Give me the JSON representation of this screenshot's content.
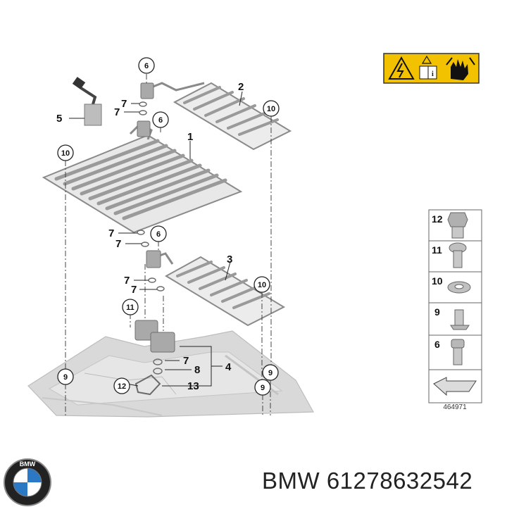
{
  "callouts": {
    "c6a": "6",
    "c6b": "6",
    "c6c": "6",
    "c10a": "10",
    "c10b": "10",
    "c10c": "10",
    "c11": "11",
    "c12": "12",
    "c9a": "9",
    "c9b": "9",
    "c9c": "9"
  },
  "labels": {
    "l1": "1",
    "l2": "2",
    "l3": "3",
    "l4": "4",
    "l5": "5",
    "l7a": "7",
    "l7b": "7",
    "l7c": "7",
    "l7d": "7",
    "l7e": "7",
    "l7f": "7",
    "l7g": "7",
    "l8": "8",
    "l13": "13"
  },
  "parts_panel": {
    "rows": [
      {
        "num": "12",
        "icon": "hex-bolt-icon"
      },
      {
        "num": "11",
        "icon": "torx-screw-icon"
      },
      {
        "num": "10",
        "icon": "washer-icon"
      },
      {
        "num": "9",
        "icon": "expanding-rivet-icon"
      },
      {
        "num": "6",
        "icon": "hex-socket-screw-icon"
      }
    ],
    "bottom_icon": "arrow-pointer-icon"
  },
  "figure_number": "464971",
  "warning_label_icons": [
    "high-voltage-icon",
    "manual-info-icon",
    "no-touch-hand-icon"
  ],
  "brand": {
    "logo": "bmw-logo",
    "part_text": "BMW 61278632542"
  },
  "colors": {
    "warning_yellow": "#f2c200",
    "frame_gray": "#8a8a8a",
    "plate_gray": "#c8c8c8"
  }
}
